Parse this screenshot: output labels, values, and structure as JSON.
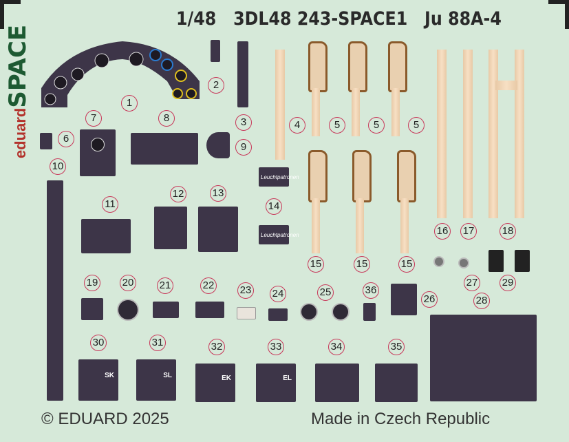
{
  "header": {
    "scale": "1/48",
    "product_code": "3DL48 243-SPACE1",
    "aircraft": "Ju 88A-4"
  },
  "logo": {
    "brand": "eduard",
    "product_line": "SPACE"
  },
  "footer": {
    "copyright": "© EDUARD 2025",
    "origin": "Made in Czech Republic"
  },
  "part_text": {
    "flare_box": "Leuchtpatronen",
    "sk": "SK",
    "sl": "SL",
    "ek": "EK",
    "el": "EL"
  },
  "part_numbers": [
    "1",
    "2",
    "3",
    "4",
    "5",
    "5",
    "5",
    "6",
    "7",
    "8",
    "9",
    "10",
    "11",
    "12",
    "13",
    "14",
    "15",
    "15",
    "15",
    "16",
    "17",
    "18",
    "19",
    "20",
    "21",
    "22",
    "23",
    "24",
    "25",
    "36",
    "26",
    "27",
    "29",
    "28",
    "30",
    "31",
    "32",
    "33",
    "34",
    "35"
  ],
  "colors": {
    "background": "#d6e9d9",
    "panel": "#3d3548",
    "belt": "#f3dcc0",
    "pad_edge": "#8a5a2b",
    "number_ring": "#c8385a"
  }
}
